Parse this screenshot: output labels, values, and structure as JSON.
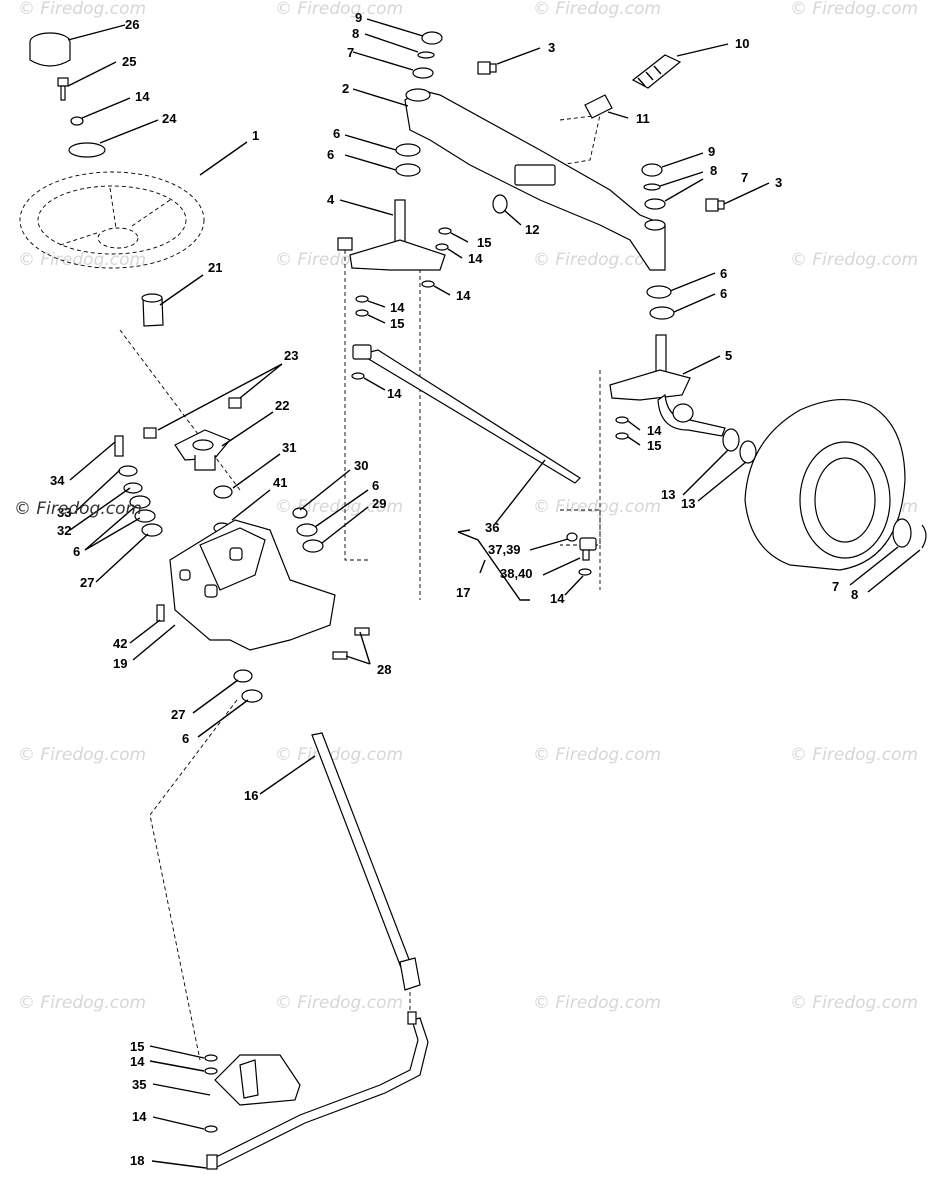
{
  "watermark": {
    "text": "© Firedog.com"
  },
  "copyright": {
    "text": "© Firedog.com"
  },
  "labels": {
    "p1": "1",
    "p2": "2",
    "p3a": "3",
    "p3b": "3",
    "p4": "4",
    "p5": "5",
    "p6a": "6",
    "p6b": "6",
    "p6c": "6",
    "p6d": "6",
    "p6e": "6",
    "p6f": "6",
    "p6g": "6",
    "p7a": "7",
    "p7b": "7",
    "p7c": "7",
    "p8a": "8",
    "p8b": "8",
    "p8c": "8",
    "p9a": "9",
    "p9b": "9",
    "p10": "10",
    "p11": "11",
    "p12": "12",
    "p13a": "13",
    "p13b": "13",
    "p14a": "14",
    "p14b": "14",
    "p14c": "14",
    "p14d": "14",
    "p14e": "14",
    "p14f": "14",
    "p14g": "14",
    "p14h": "14",
    "p14i": "14",
    "p15a": "15",
    "p15b": "15",
    "p15c": "15",
    "p15d": "15",
    "p16": "16",
    "p17": "17",
    "p18": "18",
    "p19": "19",
    "p21": "21",
    "p22": "22",
    "p23": "23",
    "p24": "24",
    "p25": "25",
    "p26": "26",
    "p27a": "27",
    "p27b": "27",
    "p28": "28",
    "p29": "29",
    "p30": "30",
    "p31": "31",
    "p32": "32",
    "p33": "33",
    "p34": "34",
    "p35": "35",
    "p36": "36",
    "p3739": "37,39",
    "p3840": "38,40",
    "p41": "41",
    "p42": "42"
  }
}
